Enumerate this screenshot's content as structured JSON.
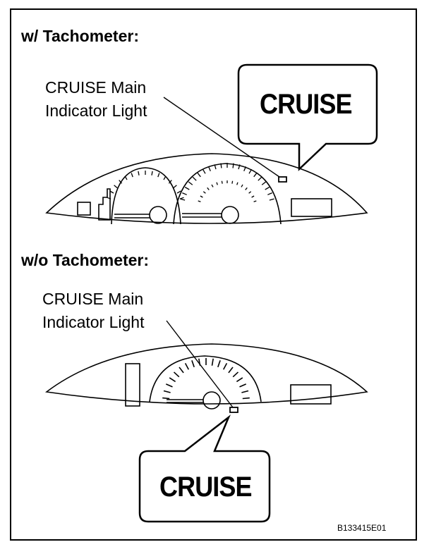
{
  "top_section": {
    "title": "w/ Tachometer:",
    "callout_line1": "CRUISE Main",
    "callout_line2": "Indicator Light",
    "bubble_text": "CRUISE"
  },
  "bottom_section": {
    "title": "w/o Tachometer:",
    "callout_line1": "CRUISE Main",
    "callout_line2": "Indicator Light",
    "bubble_text": "CRUISE"
  },
  "figure_id": "B133415E01"
}
